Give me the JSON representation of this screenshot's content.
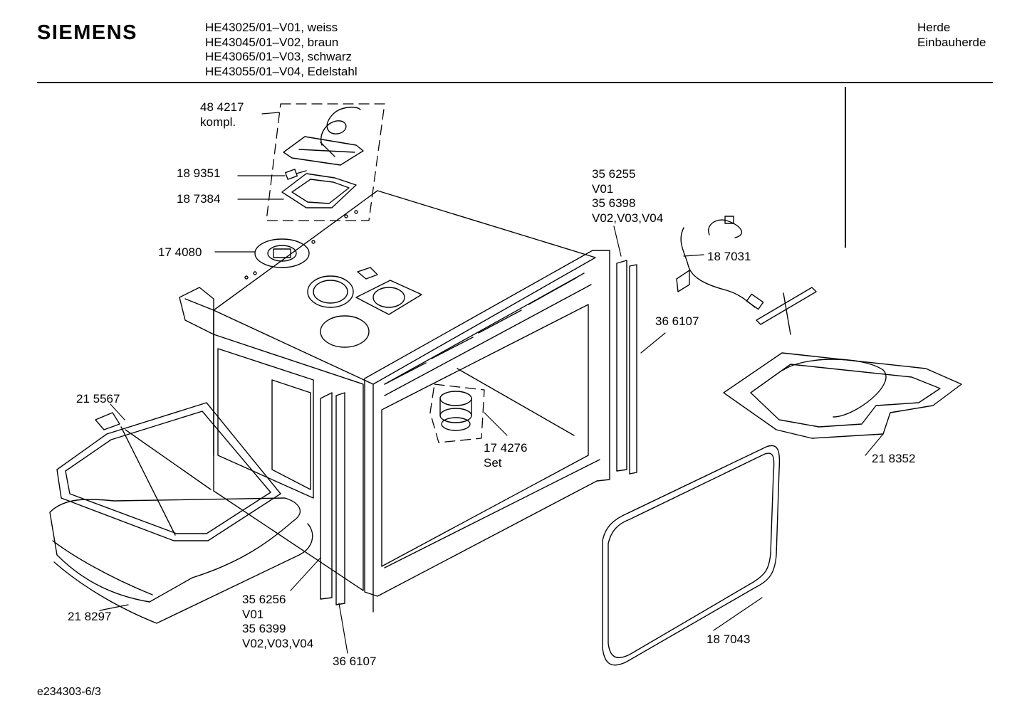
{
  "header": {
    "brand": "SIEMENS",
    "models": [
      "HE43025/01–V01, weiss",
      "HE43045/01–V02, braun",
      "HE43065/01–V03, schwarz",
      "HE43055/01–V04, Edelstahl"
    ],
    "category": [
      "Herde",
      "Einbauherde"
    ]
  },
  "parts": {
    "p484217": [
      "48 4217",
      "kompl."
    ],
    "p189351": "18 9351",
    "p187384": "18 7384",
    "p174080": "17 4080",
    "p215567": "21 5567",
    "p218297": "21 8297",
    "p356256": [
      "35 6256",
      "V01",
      "35 6399",
      "V02,V03,V04"
    ],
    "p366107_left": "36 6107",
    "p174276": [
      "17 4276",
      "Set"
    ],
    "p356255": [
      "35 6255",
      "V01",
      "35 6398",
      "V02,V03,V04"
    ],
    "p187031": "18 7031",
    "p366107_right": "36 6107",
    "p218352": "21 8352",
    "p187043": "18 7043"
  },
  "footer": {
    "code": "e234303-6/3"
  }
}
